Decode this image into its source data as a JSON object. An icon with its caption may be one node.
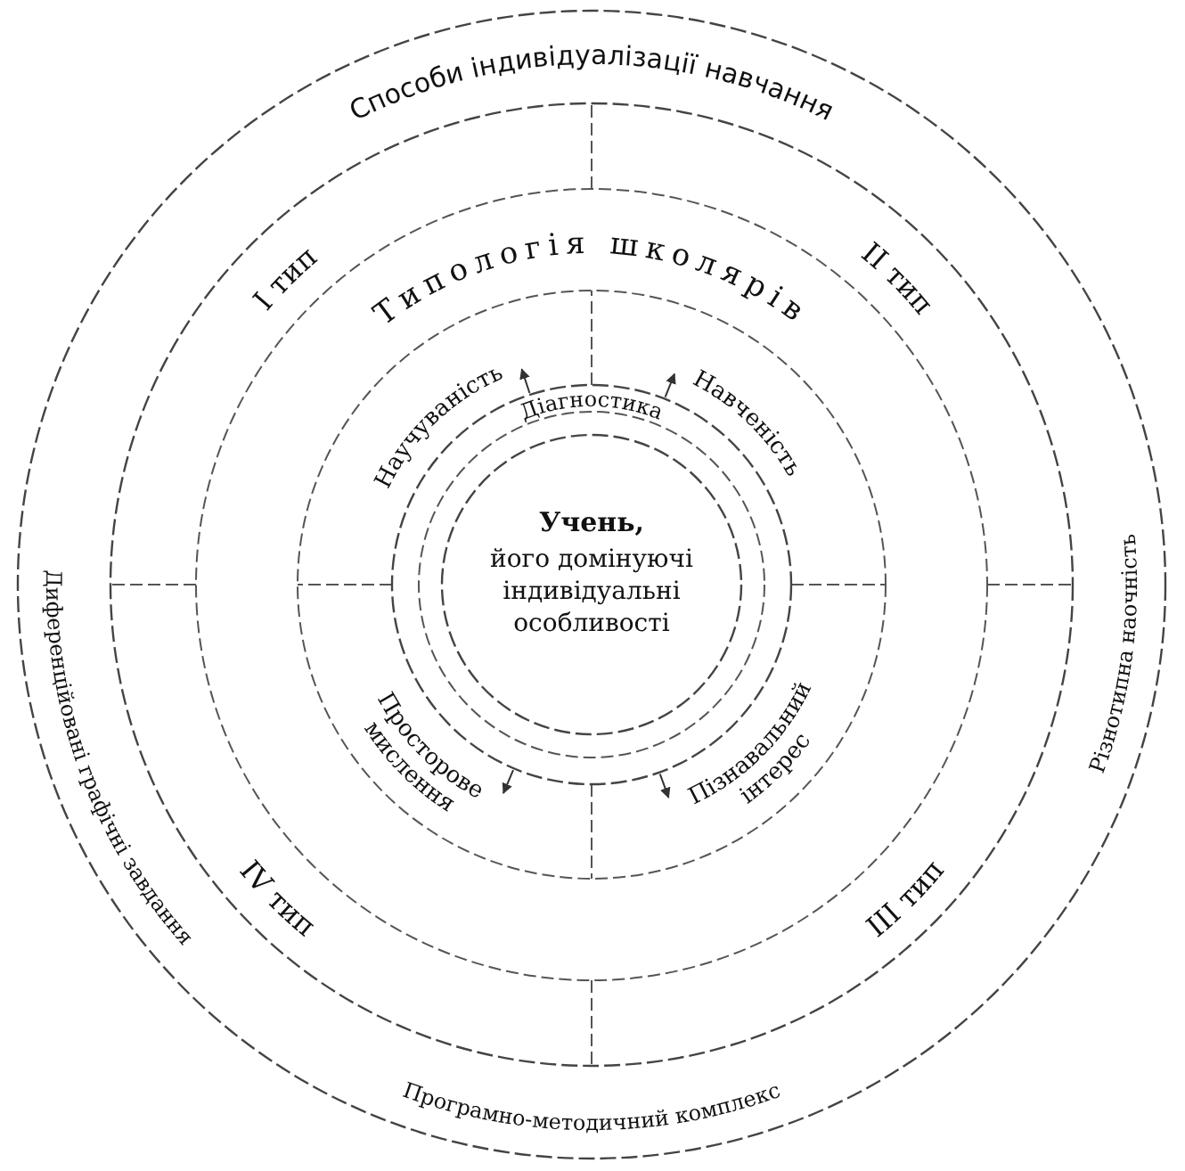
{
  "diagram": {
    "nodes": [
      {
        "text": [
          "Способи індивідуалізації навчання"
        ]
      },
      {
        "text": [
          "Різнотипна наочність"
        ],
        "in": 0
      },
      {
        "text": [
          "Програмно-методичний комплекс"
        ],
        "in": 0
      },
      {
        "text": [
          "Диференційовані графічні завдання"
        ],
        "in": 0
      },
      {
        "text": [
          "Типологія школярів"
        ],
        "in": 0
      },
      {
        "text": [
          "І тип"
        ],
        "in": 4
      },
      {
        "text": [
          "ІІ тип"
        ],
        "in": 4
      },
      {
        "text": [
          "ІІІ тип"
        ],
        "in": 4
      },
      {
        "text": [
          "IV тип"
        ],
        "in": 4
      },
      {
        "text": [
          "Научуваність"
        ],
        "in": 4
      },
      {
        "text": [
          "Навченість"
        ],
        "in": 4
      },
      {
        "text": [
          "Просторове мислення"
        ],
        "in": 4
      },
      {
        "text": [
          "Пізнавальний інтерес"
        ],
        "in": 4
      },
      {
        "text": [
          "Діагностика"
        ],
        "in": 4
      },
      {
        "text": [
          "Учень,",
          "його домінуючі індивідуальні особливості"
        ],
        "in": 13
      }
    ],
    "edges": [
      {
        "from": 13,
        "to": 9,
        "arrow": "to"
      },
      {
        "from": 13,
        "to": 10,
        "arrow": "to"
      },
      {
        "from": 13,
        "to": 11,
        "arrow": "to"
      },
      {
        "from": 13,
        "to": 12,
        "arrow": "to"
      }
    ]
  }
}
